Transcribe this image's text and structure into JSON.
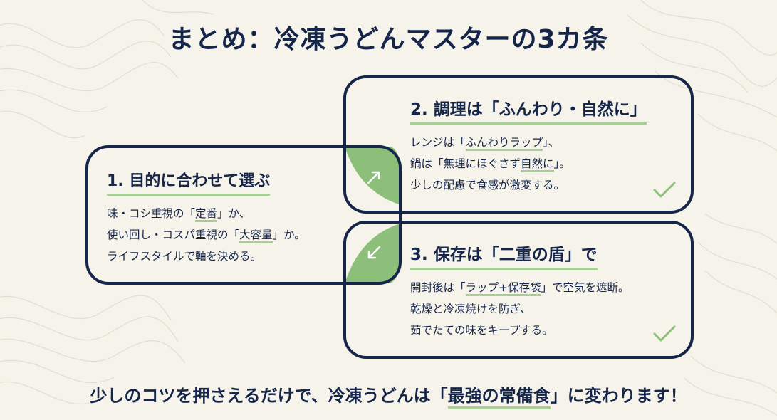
{
  "title": "まとめ：冷凍うどんマスターの3カ条",
  "cards": [
    {
      "heading": "1. 目的に合わせて選ぶ",
      "lines": [
        {
          "pre": "味・コシ重視の「",
          "hl": "定番",
          "post": "」か、"
        },
        {
          "pre": "使い回し・コスパ重視の「",
          "hl": "大容量",
          "post": "」か。"
        },
        {
          "pre": "ライフスタイルで軸を決める。",
          "hl": "",
          "post": ""
        }
      ]
    },
    {
      "heading": "2. 調理は「ふんわり・自然に」",
      "lines": [
        {
          "pre": "レンジは「",
          "hl": "ふんわりラップ",
          "post": "」、"
        },
        {
          "pre": "鍋は「無理にほぐさず",
          "hl": "自然に",
          "post": "」。"
        },
        {
          "pre": "少しの配慮で食感が激変する。",
          "hl": "",
          "post": ""
        }
      ]
    },
    {
      "heading": "3. 保存は「二重の盾」で",
      "lines": [
        {
          "pre": "開封後は「",
          "hl": "ラップ+保存袋",
          "post": "」で空気を遮断。"
        },
        {
          "pre": "乾燥と冷凍焼けを防ぎ、",
          "hl": "",
          "post": ""
        },
        {
          "pre": "茹でたての味をキープする。",
          "hl": "",
          "post": ""
        }
      ]
    }
  ],
  "footer": {
    "pre": "少しのコツを押さえるだけで、冷凍うどんは「",
    "hl": "最強の常備食",
    "post": "」に変わります！"
  },
  "colors": {
    "navy": "#16264a",
    "green": "#8cc07a",
    "green_light": "#a7cf95",
    "background": "#f6f3ea"
  },
  "icons": [
    "arrow-up-right-icon",
    "arrow-down-left-icon",
    "checkmark-icon"
  ]
}
